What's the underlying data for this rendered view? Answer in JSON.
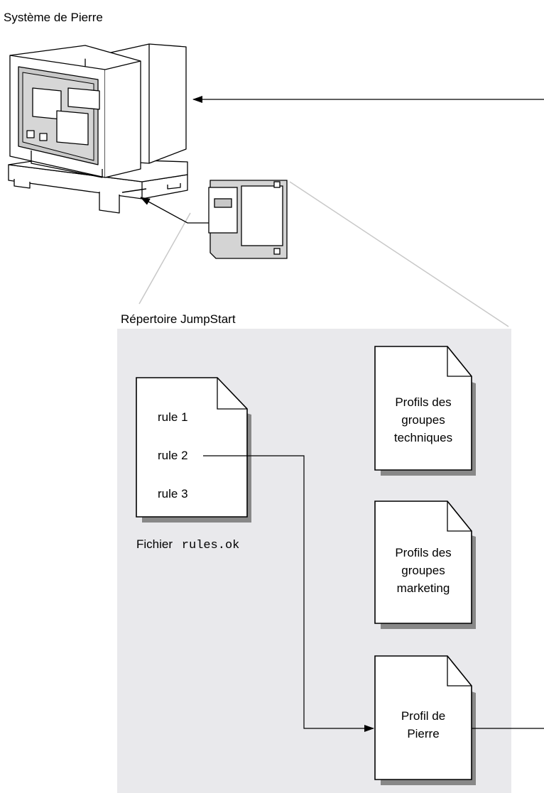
{
  "system": {
    "title": "Système de Pierre"
  },
  "jumpstart": {
    "title": "Répertoire JumpStart",
    "rules_file": {
      "rules": [
        "rule 1",
        "rule 2",
        "rule 3"
      ],
      "caption_prefix": "Fichier",
      "caption_filename": "rules.ok"
    },
    "profiles": [
      {
        "lines": [
          "Profils des",
          "groupes",
          "techniques"
        ]
      },
      {
        "lines": [
          "Profils des",
          "groupes",
          "marketing"
        ]
      },
      {
        "lines": [
          "Profil de",
          "Pierre"
        ]
      }
    ]
  },
  "colors": {
    "panel_bg": "#e9e9ec",
    "monitor_screen": "#c8c8c8",
    "floppy_body": "#d4d4d4",
    "line": "#000000",
    "guide_line": "#c8c8c8"
  },
  "icons": [
    "computer-icon",
    "floppy-disk-icon",
    "document-icon"
  ]
}
